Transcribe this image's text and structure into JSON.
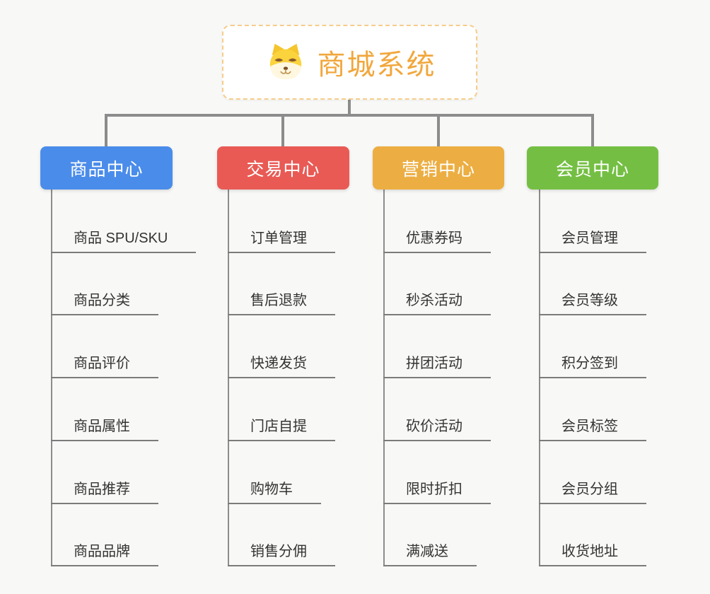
{
  "root": {
    "title": "商城系统",
    "icon": "shiba-dog-icon"
  },
  "branches": [
    {
      "id": "product-center",
      "label": "商品中心",
      "color": "#4A8CEA",
      "items": [
        "商品 SPU/SKU",
        "商品分类",
        "商品评价",
        "商品属性",
        "商品推荐",
        "商品品牌"
      ]
    },
    {
      "id": "trade-center",
      "label": "交易中心",
      "color": "#E95A55",
      "items": [
        "订单管理",
        "售后退款",
        "快递发货",
        "门店自提",
        "购物车",
        "销售分佣"
      ]
    },
    {
      "id": "marketing-center",
      "label": "营销中心",
      "color": "#ECAE42",
      "items": [
        "优惠券码",
        "秒杀活动",
        "拼团活动",
        "砍价活动",
        "限时折扣",
        "满减送"
      ]
    },
    {
      "id": "member-center",
      "label": "会员中心",
      "color": "#74BF43",
      "items": [
        "会员管理",
        "会员等级",
        "积分签到",
        "会员标签",
        "会员分组",
        "收货地址"
      ]
    }
  ],
  "colors": {
    "background": "#F8F8F6",
    "connector": "#8C8C8C",
    "leaf_line": "#7B7B7B",
    "leaf_text": "#333333",
    "root_text": "#F1A73C",
    "root_border": "#F6CD8B"
  }
}
